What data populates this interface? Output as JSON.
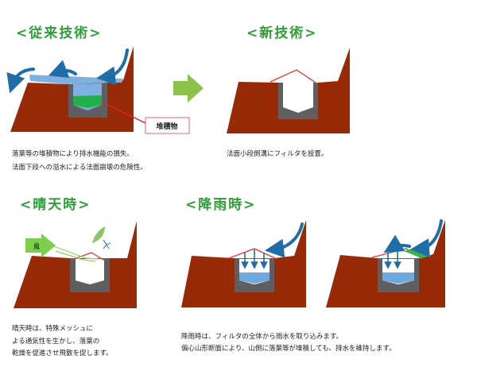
{
  "headings": {
    "conventional": "<従来技術>",
    "new": "<新技術>",
    "fine_weather": "<晴天時>",
    "rain": "<降雨時>"
  },
  "conventional": {
    "label": "堆積物",
    "caption": [
      "落葉等の堆積物により排水機能の損失。",
      "法面下段への溢水による法面崩壊の危険性。"
    ]
  },
  "new_tech": {
    "caption": [
      "法面小段側溝にフィルタを設置。"
    ]
  },
  "fine_weather": {
    "wind_label": "風",
    "caption": [
      "晴天時は、特殊メッシュに",
      "よる通気性を生かし、落葉の",
      "乾燥を促進させ飛散を促します。"
    ]
  },
  "rain": {
    "caption": [
      "降雨時は、フィルタの全体から雨水を取り込みます。",
      "偏心山形断面により、山側に落葉等が堆積しても、排水を維持します。"
    ]
  },
  "colors": {
    "ground": "#992a08",
    "heading": "#2f9e3a",
    "water": "#7fb0e0",
    "sediment": "#22b04a",
    "arrow": "#8bc34a"
  }
}
